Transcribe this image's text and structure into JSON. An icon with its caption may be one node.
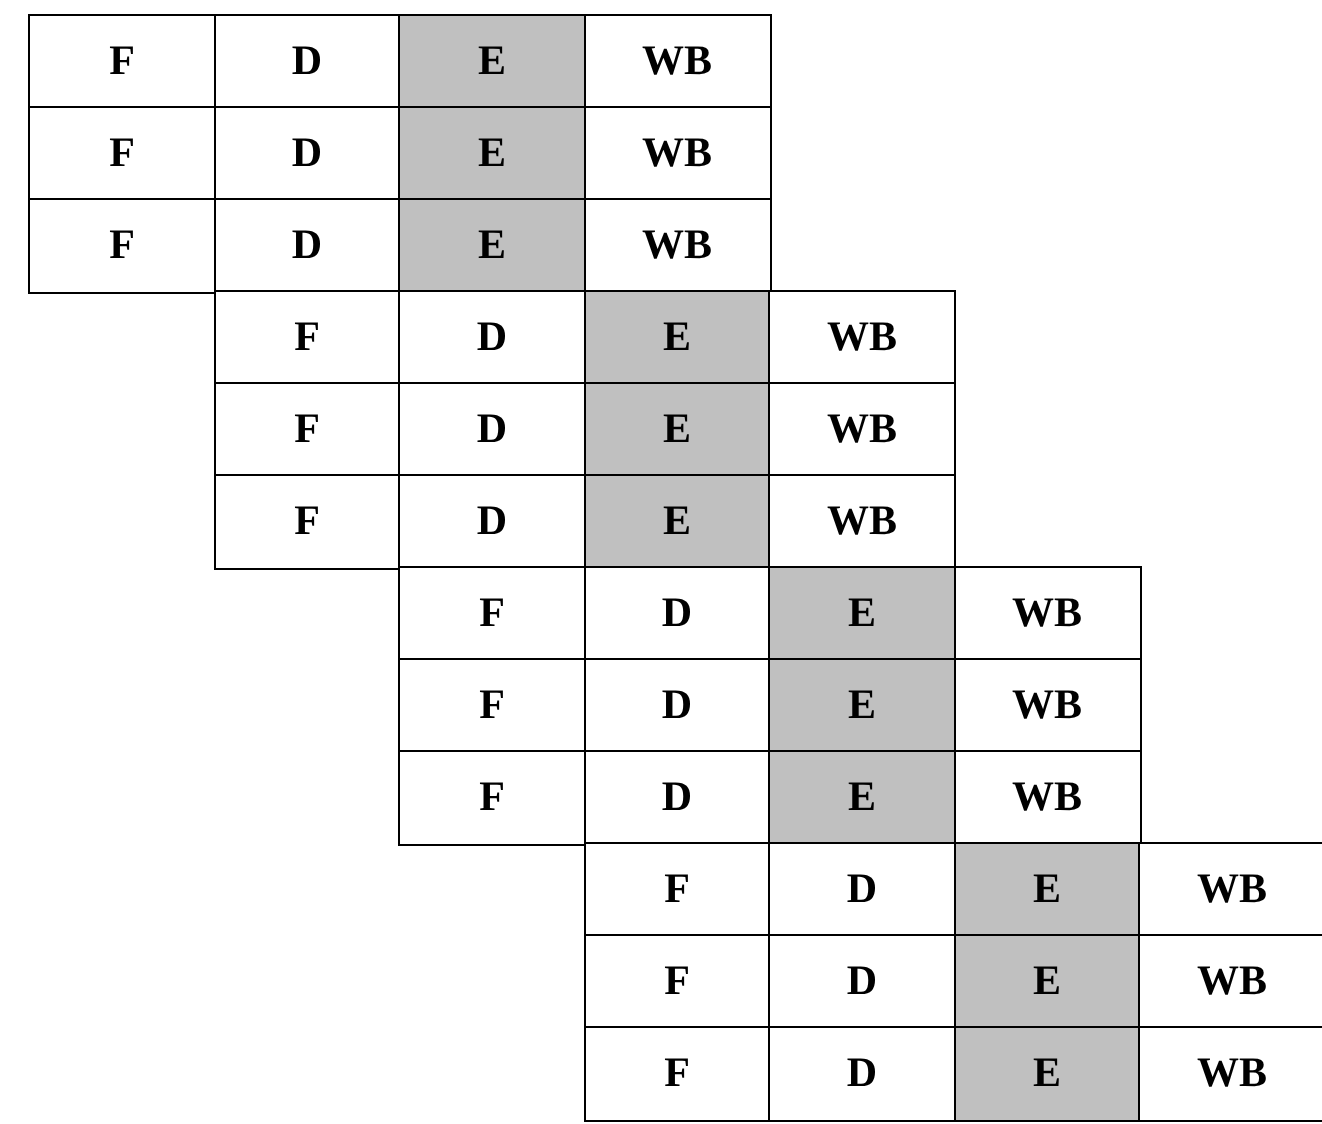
{
  "diagram": {
    "labels": [
      "F",
      "D",
      "E",
      "WB",
      "F",
      "D",
      "E",
      "WB",
      "F",
      "D",
      "E",
      "WB",
      "F",
      "D",
      "E",
      "WB",
      "F",
      "D",
      "E",
      "WB",
      "F",
      "D",
      "E",
      "WB",
      "F",
      "D",
      "E",
      "WB",
      "F",
      "D",
      "E",
      "WB",
      "F",
      "D",
      "E",
      "WB",
      "F",
      "D",
      "E",
      "WB",
      "F",
      "D",
      "E",
      "WB",
      "F",
      "D",
      "E",
      "WB"
    ]
  }
}
